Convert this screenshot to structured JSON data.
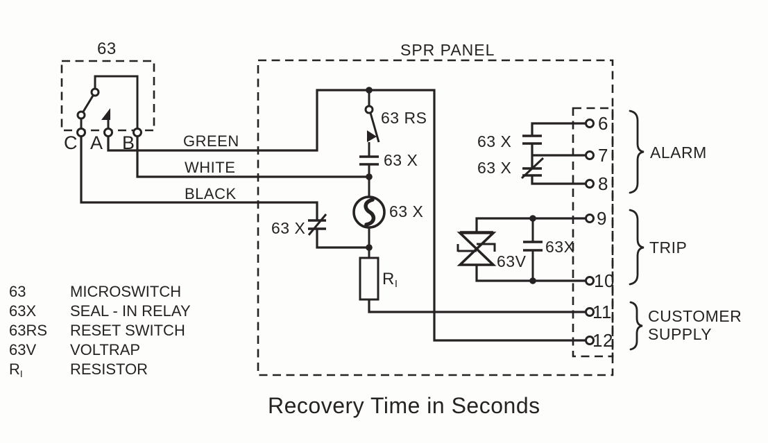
{
  "title": "Recovery Time in Seconds",
  "colors": {
    "ink": "#262223",
    "background": "#fdfdfc"
  },
  "microswitch": {
    "box_label": "63",
    "terminal_c": "C",
    "terminal_a": "A",
    "terminal_b": "B"
  },
  "wires": {
    "green": "GREEN",
    "white": "WHITE",
    "black": "BLACK"
  },
  "panel": {
    "label": "SPR PANEL"
  },
  "components": {
    "reset_switch": "63 RS",
    "seal_in_contact": "63 X",
    "coil": "63 X",
    "black_nc_contact": "63 X",
    "resistor_main": "R",
    "resistor_sub": "I",
    "alarm_no_contact": "63 X",
    "alarm_nc_contact": "63 X",
    "voltrap": "63V",
    "trip_contact": "63X"
  },
  "terminals": {
    "t6": "6",
    "t7": "7",
    "t8": "8",
    "t9": "9",
    "t10": "10",
    "t11": "11",
    "t12": "12"
  },
  "groups": {
    "alarm": "ALARM",
    "trip": "TRIP",
    "customer_line1": "CUSTOMER",
    "customer_line2": "SUPPLY"
  },
  "legend": {
    "rows": [
      {
        "term": "63",
        "desc": "MICROSWITCH"
      },
      {
        "term": "63X",
        "desc": "SEAL - IN RELAY"
      },
      {
        "term": "63RS",
        "desc": "RESET SWITCH"
      },
      {
        "term": "63V",
        "desc": "VOLTRAP"
      },
      {
        "term": "R",
        "term_sub": "I",
        "desc": "RESISTOR"
      }
    ]
  }
}
